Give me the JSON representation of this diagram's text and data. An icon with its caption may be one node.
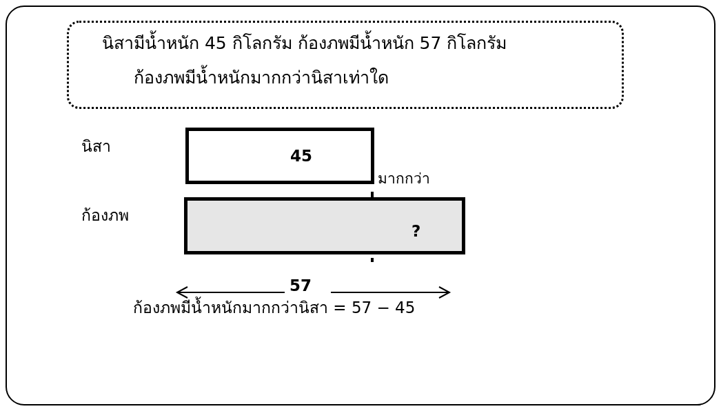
{
  "diagram": {
    "nodes": [
      {
        "text": [
          "นิสามีน้ำหนัก 45 กิโลกรัม ก้องภพมีน้ำหนัก 57 กิโลกรัม",
          "ก้องภพมีน้ำหนักมากกว่านิสาเท่าใด"
        ]
      },
      {
        "text": [
          "45"
        ]
      },
      {
        "text": [
          "?"
        ]
      }
    ],
    "labels": [
      "นิสา",
      "มากกว่า",
      "ก้องภพ",
      "57",
      "ก้องภพมีน้ำหนักมากกว่านิสา = 57 − 45"
    ]
  }
}
